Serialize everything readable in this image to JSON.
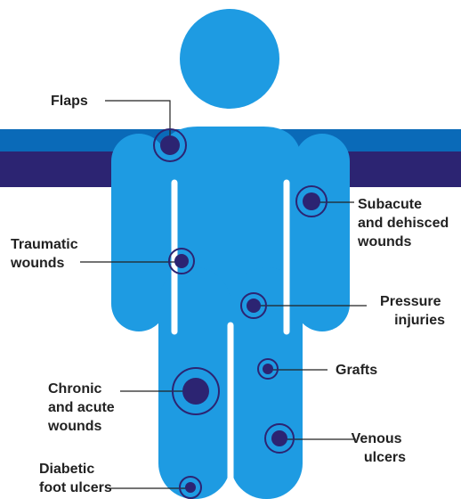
{
  "colors": {
    "band_top": "#0a6ab8",
    "band_bottom": "#2c2472",
    "body": "#1e9be2",
    "marker": "#2c2472",
    "line": "#222222",
    "text": "#222222"
  },
  "labels": {
    "flaps": "Flaps",
    "subacute": [
      "Subacute",
      "and dehisced",
      "wounds"
    ],
    "traumatic": [
      "Traumatic",
      "wounds"
    ],
    "pressure": [
      "Pressure",
      "injuries"
    ],
    "grafts": "Grafts",
    "chronic": [
      "Chronic",
      "and acute",
      "wounds"
    ],
    "venous": [
      "Venous",
      "ulcers"
    ],
    "diabetic": [
      "Diabetic",
      "foot ulcers"
    ]
  }
}
